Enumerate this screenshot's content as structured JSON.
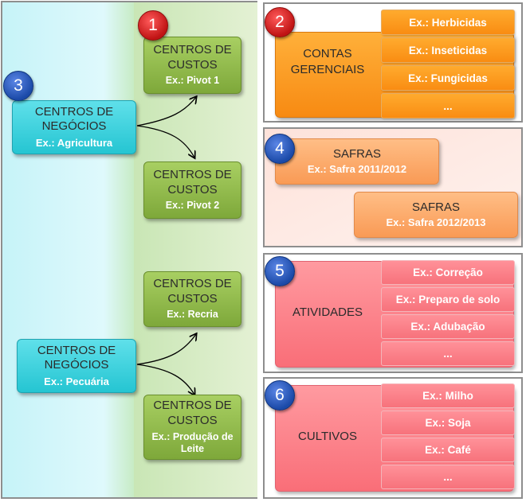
{
  "badges": {
    "b1": "1",
    "b2": "2",
    "b3": "3",
    "b4": "4",
    "b5": "5",
    "b6": "6"
  },
  "centros_negocios": [
    {
      "title": "CENTROS DE NEGÓCIOS",
      "example": "Ex.: Agricultura"
    },
    {
      "title": "CENTROS DE NEGÓCIOS",
      "example": "Ex.: Pecuária"
    }
  ],
  "centros_custos": [
    {
      "title": "CENTROS DE CUSTOS",
      "example": "Ex.: Pivot 1"
    },
    {
      "title": "CENTROS DE CUSTOS",
      "example": "Ex.: Pivot 2"
    },
    {
      "title": "CENTROS DE CUSTOS",
      "example": "Ex.: Recria"
    },
    {
      "title": "CENTROS DE CUSTOS",
      "example": "Ex.: Produção de Leite"
    }
  ],
  "contas": {
    "title": "CONTAS GERENCIAIS",
    "items": [
      "Ex.: Herbicidas",
      "Ex.: Inseticidas",
      "Ex.: Fungicidas",
      "..."
    ]
  },
  "safras": [
    {
      "title": "SAFRAS",
      "example": "Ex.: Safra 2011/2012"
    },
    {
      "title": "SAFRAS",
      "example": "Ex.: Safra 2012/2013"
    }
  ],
  "atividades": {
    "title": "ATIVIDADES",
    "items": [
      "Ex.: Correção",
      "Ex.: Preparo de solo",
      "Ex.: Adubação",
      "..."
    ]
  },
  "cultivos": {
    "title": "CULTIVOS",
    "items": [
      "Ex.: Milho",
      "Ex.: Soja",
      "Ex.: Café",
      "..."
    ]
  },
  "colors": {
    "cyan": "#25c5d2",
    "green": "#7ea83a",
    "orange": "#f78a12",
    "salmon": "#f99a55",
    "pink": "#f96e78",
    "badge_red": "#c01414",
    "badge_blue": "#1b4aa8"
  }
}
